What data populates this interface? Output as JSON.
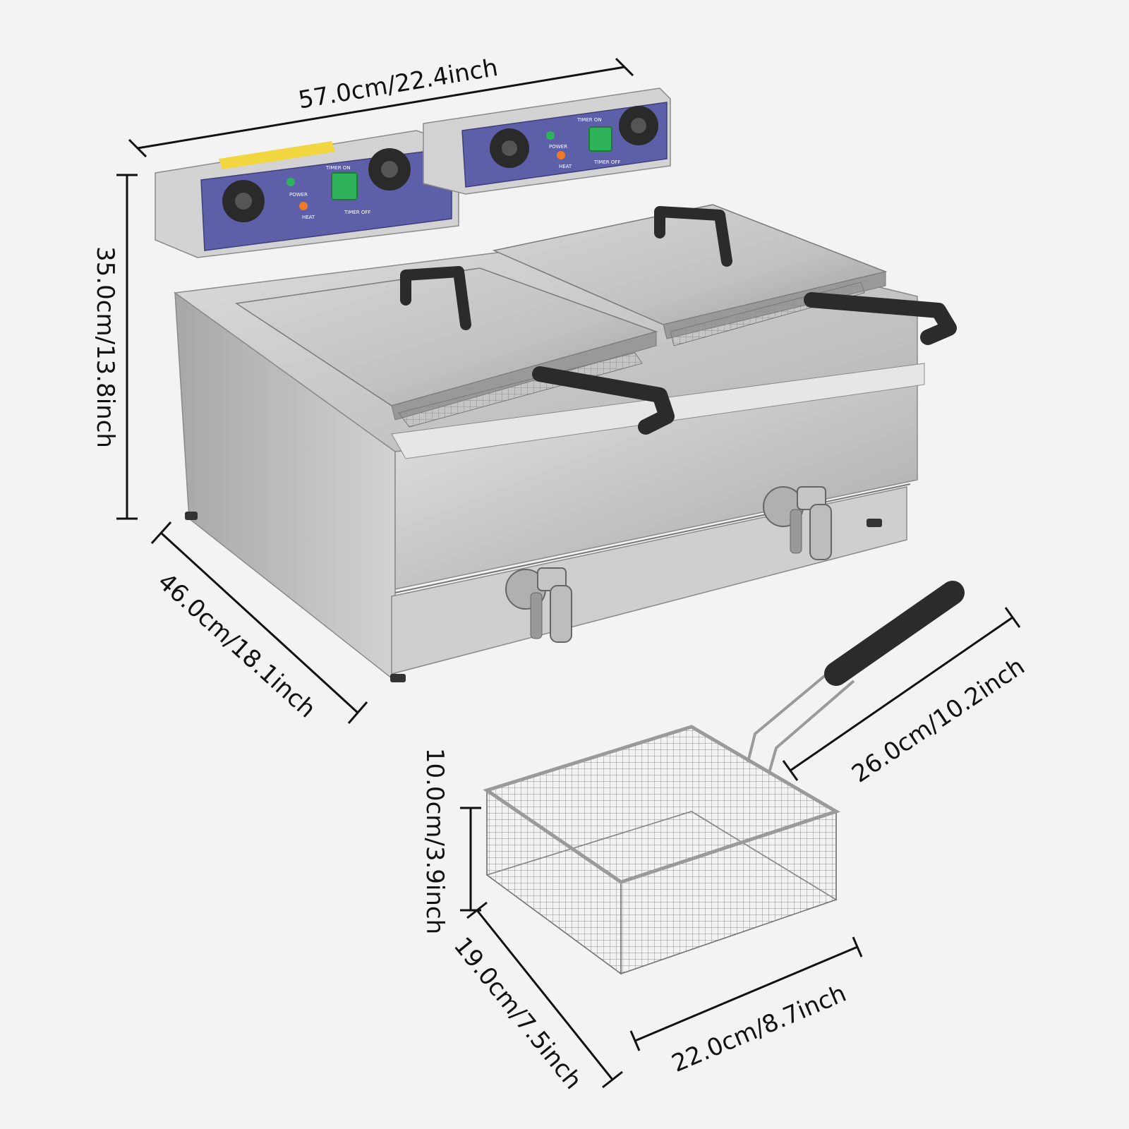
{
  "dimensions": {
    "fryer_width": "57.0cm/22.4inch",
    "fryer_height": "35.0cm/13.8inch",
    "fryer_depth": "46.0cm/18.1inch",
    "basket_handle_length": "26.0cm/10.2inch",
    "basket_height": "10.0cm/3.9inch",
    "basket_depth": "19.0cm/7.5inch",
    "basket_width": "22.0cm/8.7inch"
  },
  "control_panel": {
    "timer_on": "TIMER ON",
    "timer_off": "TIMER OFF",
    "power": "POWER",
    "heat": "HEAT"
  },
  "colors": {
    "background": "#f3f3f3",
    "steel": "#c9c9c9",
    "panel": "#5d5fa8",
    "switch": "#2fb35a",
    "handle": "#2b2b2b"
  }
}
